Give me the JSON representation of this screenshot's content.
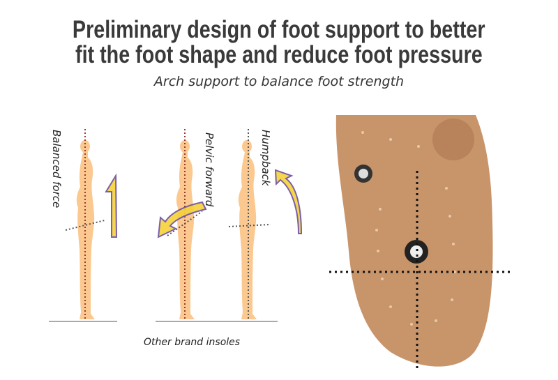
{
  "headline": {
    "line1": "Preliminary design of foot support to better",
    "line2": "fit the foot shape and reduce foot pressure"
  },
  "subtitle": "Arch support to balance foot strength",
  "postures": [
    {
      "label": "Balanced force"
    },
    {
      "label": "Pelvic forward"
    },
    {
      "label": "Humpback"
    }
  ],
  "caption": "Other brand insoles",
  "colors": {
    "figure": "#fbc990",
    "insole": "#c8946a",
    "arrow_fill": "#f5d23a",
    "arrow_outline": "#6b4fa0",
    "dots": "#222222"
  }
}
